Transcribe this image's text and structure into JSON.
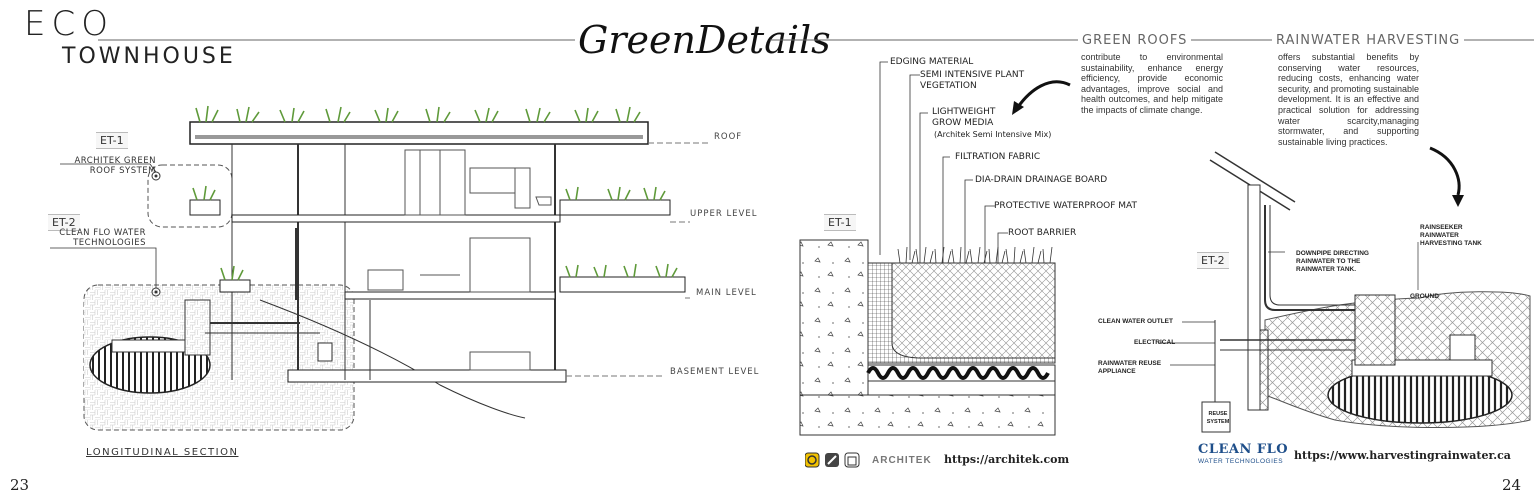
{
  "header": {
    "title_line1": "ECO",
    "title_line2": "TOWNHOUSE",
    "script_title": "GreenDetails"
  },
  "pages": {
    "left": "23",
    "right": "24"
  },
  "section_left": {
    "tags": {
      "et1": "ET-1",
      "et2": "ET-2"
    },
    "et1_label": "ARCHITEK GREEN ROOF SYSTEM",
    "et2_label": "CLEAN FLO WATER TECHNOLOGIES",
    "levels": {
      "roof": "ROOF",
      "upper": "UPPER LEVEL",
      "main": "MAIN LEVEL",
      "basement": "BASEMENT LEVEL"
    },
    "caption": "LONGITUDINAL SECTION"
  },
  "green_roofs": {
    "heading": "GREEN ROOFS",
    "text": "contribute to environmental sustainability, enhance energy efficiency, provide economic advantages, improve social and health outcomes, and help mitigate the impacts of climate change."
  },
  "rainwater": {
    "heading": "RAINWATER HARVESTING",
    "text": "offers substantial benefits by conserving water resources, reducing costs, enhancing water security, and promoting sustainable development. It is an effective and practical solution for addressing water scarcity,managing stormwater, and supporting sustainable living practices."
  },
  "roof_detail": {
    "tag": "ET-1",
    "layers": [
      "EDGING MATERIAL",
      "SEMI INTENSIVE PLANT VEGETATION",
      "LIGHTWEIGHT GROW MEDIA",
      "(Architek Semi Intensive Mix)",
      "FILTRATION FABRIC",
      "DIA-DRAIN DRAINAGE BOARD",
      "PROTECTIVE WATERPROOF MAT",
      "ROOT BARRIER"
    ],
    "brand": "ARCHITEK",
    "url": "https://architek.com"
  },
  "rain_detail": {
    "tag": "ET-2",
    "labels": {
      "tank": "RAINSEEKER RAINWATER HARVESTING TANK",
      "downpipe": "DOWNPIPE DIRECTING RAINWATER TO THE RAINWATER TANK.",
      "ground": "GROUND",
      "outlet": "CLEAN WATER OUTLET",
      "electrical": "ELECTRICAL",
      "appliance": "RAINWATER REUSE APPLIANCE",
      "reuse": "REUSE SYSTEM"
    },
    "brand_main": "CLEAN FLO",
    "brand_sub": "WATER TECHNOLOGIES",
    "url": "https://www.harvestingrainwater.ca"
  },
  "colors": {
    "plant": "#5f9a3a",
    "line": "#333333",
    "hatch": "#bbbbbb",
    "brand_blue": "#1f4f8a"
  }
}
